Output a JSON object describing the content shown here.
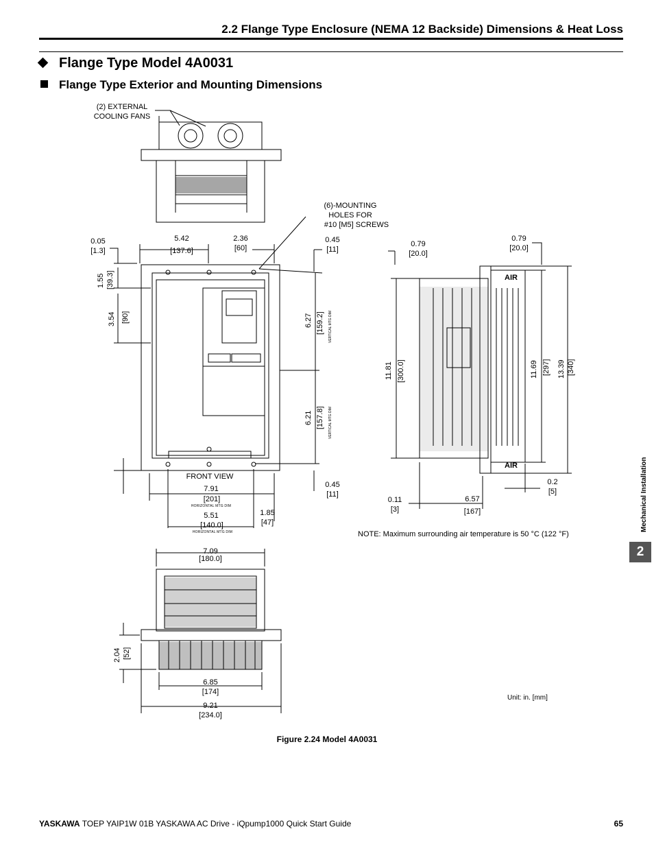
{
  "header": {
    "section_title": "2.2 Flange Type Enclosure (NEMA 12 Backside) Dimensions & Heat Loss"
  },
  "section": {
    "title": "Flange Type Model 4A0031",
    "subtitle": "Flange Type Exterior and Mounting Dimensions"
  },
  "figure": {
    "caption": "Figure 2.24  Model 4A0031",
    "labels": {
      "fans_1": "(2) EXTERNAL",
      "fans_2": "COOLING FANS",
      "holes_1": "(6)-MOUNTING",
      "holes_2": "HOLES FOR",
      "holes_3": "#10 [M5] SCREWS",
      "front_view": "FRONT VIEW",
      "horiz_mtg": "HORIZONTAL MTG DIM",
      "vert_mtg": "VERTICAL MTG DIM",
      "air": "AIR",
      "note": "NOTE: Maximum surrounding air temperature is 50 °C (122 °F)",
      "unit": "Unit: in. [mm]"
    },
    "dims": {
      "d0_05": "0.05",
      "d0_05mm": "[1.3]",
      "d5_42": "5.42",
      "d5_42mm": "[137.6]",
      "d2_36": "2.36",
      "d2_36mm": "[60]",
      "d0_45a": "0.45",
      "d0_45amm": "[11]",
      "d1_55": "1.55",
      "d1_55mm": "[39.3]",
      "d3_54": "3.54",
      "d3_54mm": "[90]",
      "d6_27": "6.27",
      "d6_27mm": "[159.2]",
      "d6_21": "6.21",
      "d6_21mm": "[157.8]",
      "d0_45b": "0.45",
      "d0_45bmm": "[11]",
      "d7_91": "7.91",
      "d7_91mm": "[201]",
      "d5_51": "5.51",
      "d5_51mm": "[140.0]",
      "d1_85": "1.85",
      "d1_85mm": "[47]",
      "d0_79a": "0.79",
      "d0_79amm": "[20.0]",
      "d0_79b": "0.79",
      "d0_79bmm": "[20.0]",
      "d11_81": "11.81",
      "d11_81mm": "[300.0]",
      "d11_69": "11.69",
      "d11_69mm": "[297]",
      "d13_39": "13.39",
      "d13_39mm": "[340]",
      "d0_2": "0.2",
      "d0_2mm": "[5]",
      "d0_11": "0.11",
      "d0_11mm": "[3]",
      "d6_57": "6.57",
      "d6_57mm": "[167]",
      "d7_09": "7.09",
      "d7_09mm": "[180.0]",
      "d2_04": "2.04",
      "d2_04mm": "[52]",
      "d6_85": "6.85",
      "d6_85mm": "[174]",
      "d9_21": "9.21",
      "d9_21mm": "[234.0]"
    }
  },
  "side_tab": {
    "chapter": "2",
    "label": "Mechanical Installation"
  },
  "footer": {
    "brand": "YASKAWA",
    "text": " TOEP YAIP1W 01B YASKAWA AC Drive - iQpump1000 Quick Start Guide",
    "page": "65"
  }
}
